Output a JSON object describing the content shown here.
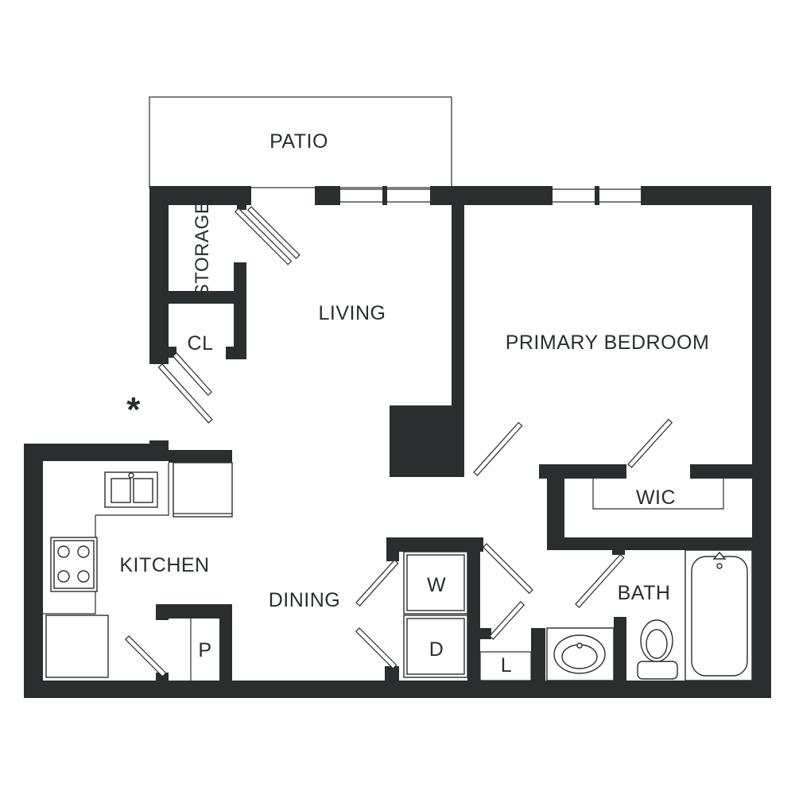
{
  "floorplan": {
    "rooms": {
      "patio": "PATIO",
      "storage": "STORAGE",
      "living": "LIVING",
      "closet": "CL",
      "primary_bedroom": "PRIMARY BEDROOM",
      "walk_in_closet": "WIC",
      "kitchen": "KITCHEN",
      "dining": "DINING",
      "washer": "W",
      "dryer": "D",
      "pantry": "P",
      "linen": "L",
      "bath": "BATH"
    },
    "entry_marker": "*",
    "colors": {
      "wall": "#2a2e2e",
      "background": "#ffffff"
    }
  }
}
